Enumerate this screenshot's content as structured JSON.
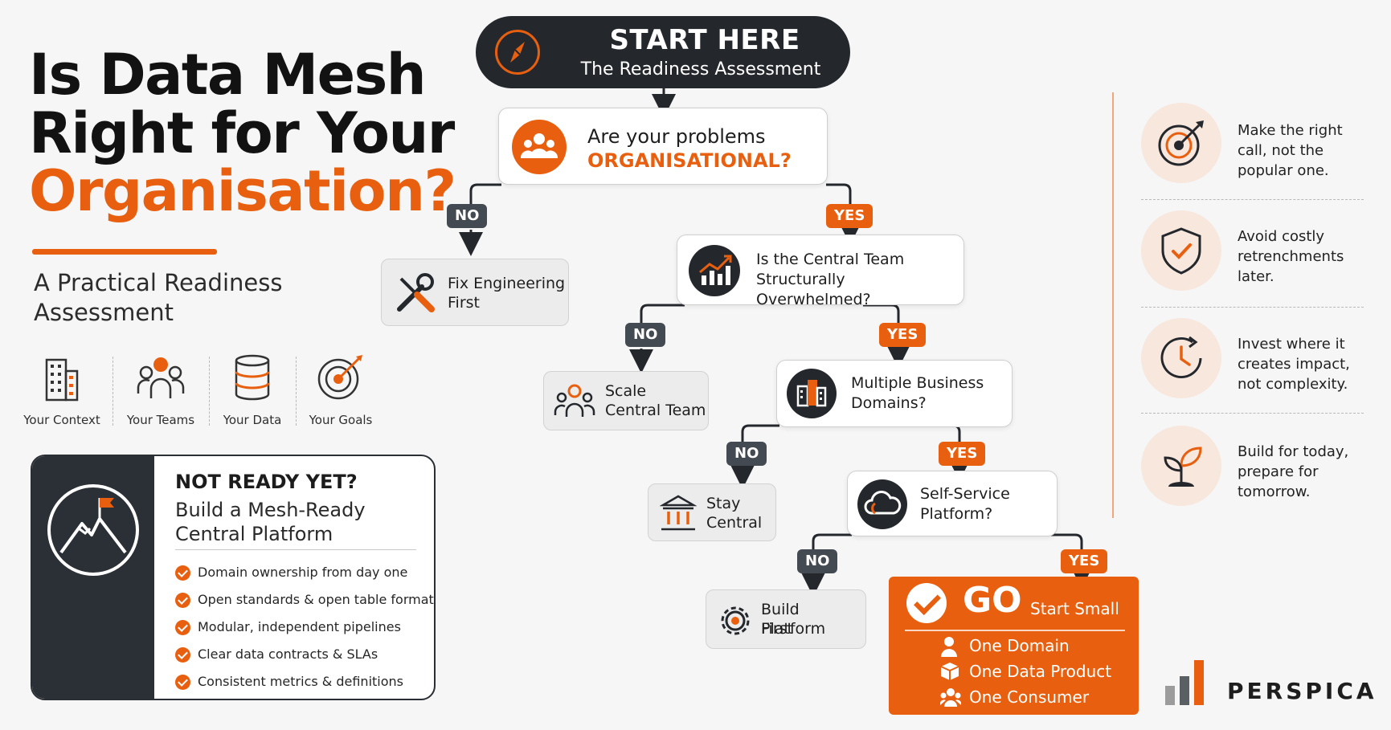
{
  "title": {
    "line1": "Is Data Mesh",
    "line2": "Right for Your",
    "line3": "Organisation?",
    "subtitle": "A Practical Readiness Assessment"
  },
  "context": [
    {
      "label": "Your Context",
      "icon": "building-icon"
    },
    {
      "label": "Your Teams",
      "icon": "team-icon"
    },
    {
      "label": "Your Data",
      "icon": "database-icon"
    },
    {
      "label": "Your Goals",
      "icon": "target-icon"
    }
  ],
  "not_ready": {
    "heading": "NOT READY YET?",
    "subheading": "Build a Mesh-Ready Central Platform",
    "icon": "mountain-flag-icon",
    "items": [
      "Domain ownership from day one",
      "Open standards & open table formats",
      "Modular, independent pipelines",
      "Clear data contracts & SLAs",
      "Consistent metrics & definitions"
    ]
  },
  "flow": {
    "start": {
      "title": "START HERE",
      "subtitle": "The Readiness Assessment",
      "icon": "compass-icon"
    },
    "q1": {
      "line1": "Are your problems",
      "line2": "ORGANISATIONAL?",
      "icon": "people-icon"
    },
    "q2": {
      "line1": "Is the Central Team",
      "line2": "Structurally Overwhelmed?",
      "icon": "chart-up-icon"
    },
    "q3": {
      "line1": "Multiple Business",
      "line2": "Domains?",
      "icon": "buildings-icon"
    },
    "q4": {
      "line1": "Self-Service",
      "line2": "Platform?",
      "icon": "cloud-icon"
    },
    "no_label": "NO",
    "yes_label": "YES",
    "r1": {
      "line1": "Fix Engineering",
      "line2": "First",
      "icon": "tools-icon"
    },
    "r2": {
      "line1": "Scale",
      "line2": "Central Team",
      "icon": "team-icon"
    },
    "r3": {
      "line1": "Stay",
      "line2": "Central",
      "icon": "institution-icon"
    },
    "r4": {
      "line1": "Build Platform",
      "line2": "First",
      "icon": "gear-icon"
    },
    "go": {
      "title": "GO",
      "subtitle": "Start Small",
      "items": [
        {
          "label": "One Domain",
          "icon": "person-icon"
        },
        {
          "label": "One Data Product",
          "icon": "cube-icon"
        },
        {
          "label": "One Consumer",
          "icon": "users-icon"
        }
      ]
    }
  },
  "tips": [
    {
      "text": "Make the right call, not the popular one.",
      "icon": "target-arrow-icon"
    },
    {
      "text": "Avoid costly retrenchments later.",
      "icon": "shield-check-icon"
    },
    {
      "text": "Invest where it creates impact, not complexity.",
      "icon": "clock-icon"
    },
    {
      "text": "Build for today, prepare for tomorrow.",
      "icon": "sprout-icon"
    }
  ],
  "brand": {
    "name": "PERSPICA"
  },
  "colors": {
    "accent": "#e8600f",
    "dark": "#24282d",
    "background": "#f6f6f6"
  }
}
